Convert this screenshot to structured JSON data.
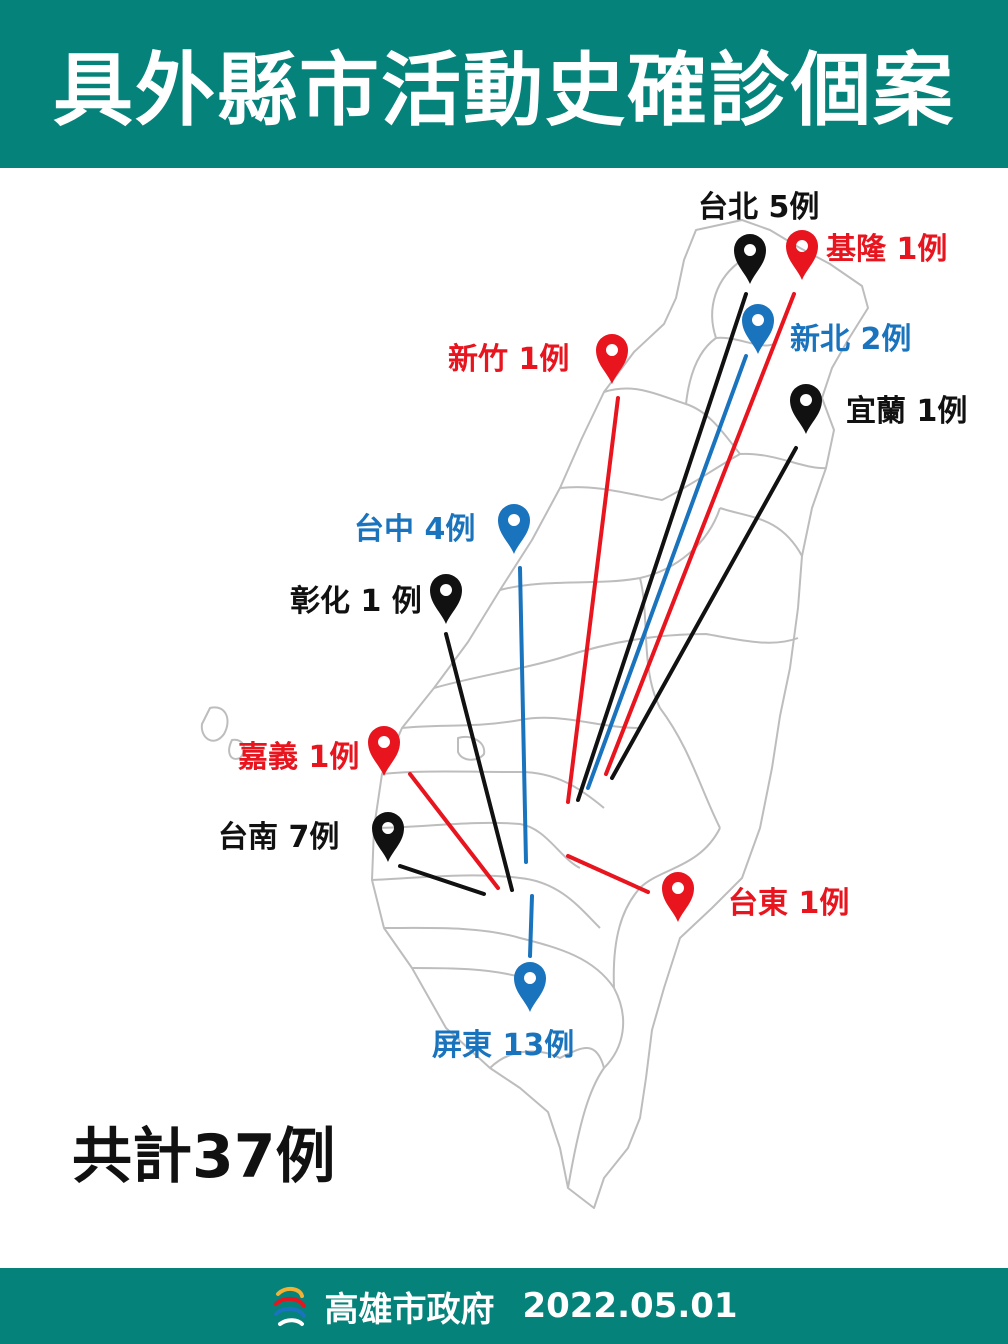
{
  "title": "具外縣市活動史確診個案",
  "total": "共計37例",
  "footer": {
    "org": "高雄市政府",
    "date": "2022.05.01",
    "logo_icon": "kaohsiung-city-logo-icon"
  },
  "colors": {
    "header_bg": "#05827a",
    "black": "#111111",
    "red": "#e8141e",
    "blue": "#1a73bd"
  },
  "regions": [
    {
      "id": "taipei",
      "label": "台北 5例",
      "color": "black"
    },
    {
      "id": "keelung",
      "label": "基隆 1例",
      "color": "red"
    },
    {
      "id": "new-taipei",
      "label": "新北 2例",
      "color": "blue"
    },
    {
      "id": "hsinchu",
      "label": "新竹 1例",
      "color": "red"
    },
    {
      "id": "yilan",
      "label": "宜蘭 1例",
      "color": "black"
    },
    {
      "id": "taichung",
      "label": "台中 4例",
      "color": "blue"
    },
    {
      "id": "changhua",
      "label": "彰化 1 例",
      "color": "black"
    },
    {
      "id": "chiayi",
      "label": "嘉義 1例",
      "color": "red"
    },
    {
      "id": "tainan",
      "label": "台南 7例",
      "color": "black"
    },
    {
      "id": "taitung",
      "label": "台東 1例",
      "color": "red"
    },
    {
      "id": "pingtung",
      "label": "屏東 13例",
      "color": "blue"
    }
  ],
  "marker_icon": "map-pin-icon"
}
